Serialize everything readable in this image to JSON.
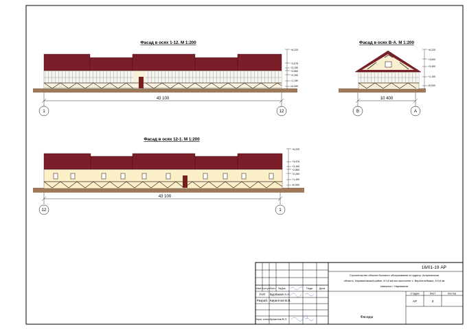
{
  "drawing": {
    "facade_1_12": {
      "title": "Фасад в осях 1-12. М 1:200",
      "dimension": "43 100",
      "axis_left": "1",
      "axis_right": "12"
    },
    "facade_v_a": {
      "title": "Фасад в осях В-А. М 1:200",
      "dimension": "10 400",
      "axis_left": "В",
      "axis_right": "А"
    },
    "facade_12_1": {
      "title": "Фасад в осях 12-1. М 1:200",
      "dimension": "43 100",
      "axis_left": "12",
      "axis_right": "1"
    },
    "levels_1_12": [
      "+6,225",
      "+3,975",
      "+3,150",
      "+2,850",
      "+2,250",
      "+1,150",
      "±0,000"
    ],
    "levels_v_a": [
      "+6,225",
      "+3,600",
      "+3,400",
      "+1,100",
      "±0,000"
    ],
    "levels_12_1": [
      "+6,225",
      "+3,975",
      "+3,150",
      "+2,850",
      "+2,250",
      "+1,150",
      "±0,000"
    ]
  },
  "stamp": {
    "code": "16/01-19 АР",
    "project": [
      "Строительство объекта бытового обслуживания по адресу: Астраханская",
      "область, Наримановский район, 8 0,8 км юго-восточнее с. Верхнелебяжье, 8 5,6 км",
      "северное г. Нариманов"
    ],
    "headers": [
      "Изм.",
      "Кол.уч",
      "Лист",
      "№Док.",
      "Подп.",
      "Дата"
    ],
    "roles": [
      {
        "role": "ГАП",
        "name": "Бурбаков А.Н."
      },
      {
        "role": "Разраб.",
        "name": "Кириллов В.В."
      },
      {
        "role": "",
        "name": ""
      },
      {
        "role": "",
        "name": ""
      },
      {
        "role": "Норм. контр",
        "name": "Аракелов В.Л."
      }
    ],
    "stage_header": "Стадия",
    "sheet_header": "Лист",
    "sheets_header": "Листов",
    "stage": "АР",
    "sheet": "3",
    "sheets": "",
    "sheet_name": "Фасады"
  }
}
